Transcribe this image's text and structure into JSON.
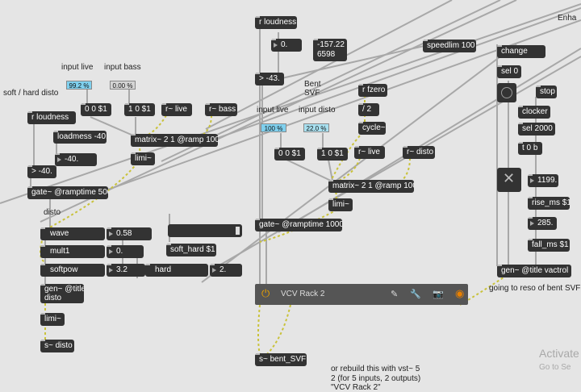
{
  "comments": {
    "enhanced": "Enha",
    "input_live_left": "input live",
    "input_bass": "input bass",
    "soft_hard": "soft / hard disto",
    "disto": "disto",
    "bent_svf": "Bent\nSVF",
    "input_live_mid": "input live",
    "input_disto": "input disto",
    "going": "going to reso of bent SVF",
    "rebuild_1": "or rebuild this with vst~ 5",
    "rebuild_2": "2 (for 5 inputs, 2 outputs)",
    "rebuild_3": "\"VCV Rack 2\"",
    "activate_1": "Activate",
    "activate_2": "Go to Se"
  },
  "floats": {
    "input_live_left": "99.2 %",
    "input_bass": "0.00 %",
    "input_live_mid": "100 %",
    "input_disto": "22.0 %"
  },
  "objects": {
    "r_loudness_left": "r loudness",
    "loadmess": "loadmess -40.",
    "num_neg40": "-40.",
    "gt_neg40": "> -40.",
    "gate_ramp500": "gate~ @ramptime 500",
    "zero_zero_left": "0 0 $1",
    "one_zero_left": "1 0 $1",
    "r_live_left": "r~ live",
    "r_bass": "r~ bass",
    "matrix_left": "matrix~ 2 1 @ramp 100",
    "limi_left": "limi~",
    "wave": "wave",
    "wave_val": "0.58",
    "mult1": "mult1",
    "mult1_val": "0.",
    "softpow": "softpow",
    "softpow_val": "3.2",
    "hard": "hard",
    "hard_val": "2.",
    "soft_hard_msg": "soft_hard $1",
    "gen_disto_1": "gen~ @title",
    "gen_disto_2": "disto",
    "limi_disto": "limi~",
    "s_disto": "s~ disto",
    "r_loudness_mid": "r loudness",
    "num_zero_mid": "0.",
    "display_1": "-157.22",
    "display_2": "6598",
    "gt_neg43": "> -43.",
    "r_fzero": "r fzero",
    "div2": "/ 2",
    "cycle": "cycle~",
    "zero_zero_mid": "0 0 $1",
    "one_zero_mid": "1 0 $1",
    "r_live_mid": "r~ live",
    "r_disto": "r~ disto",
    "matrix_mid": "matrix~ 2 1 @ramp 100",
    "limi_mid": "limi~",
    "gate_ramp1000": "gate~ @ramptime 1000",
    "s_bent_svf": "s~ bent_SVF",
    "speedlim": "speedlim 100",
    "change": "change",
    "sel0": "sel 0",
    "stop": "stop",
    "clocker": "clocker",
    "sel2000": "sel 2000",
    "t0b": "t 0 b",
    "num_1199": "1199.",
    "rise_ms": "rise_ms $1",
    "num_285": "285.",
    "fall_ms": "fall_ms $1",
    "gen_vactrol": "gen~ @title vactrol"
  },
  "vcv": {
    "title": "VCV Rack 2"
  }
}
